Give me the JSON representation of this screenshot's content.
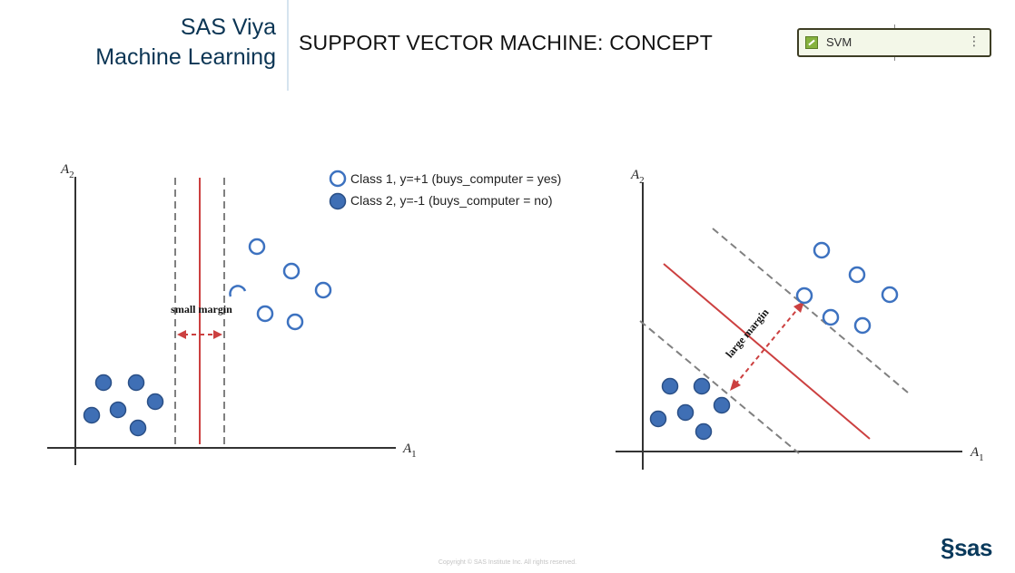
{
  "header": {
    "brand_line1": "SAS Viya",
    "brand_line2": "Machine Learning",
    "title": "SUPPORT VECTOR MACHINE: CONCEPT"
  },
  "node": {
    "label": "SVM",
    "menu_glyph": "⋮",
    "icon": "svm-node-icon"
  },
  "diagram_left": {
    "y_axis_label": "A",
    "y_axis_sub": "2",
    "x_axis_label": "A",
    "x_axis_sub": "1",
    "margin_label": "small margin",
    "legend": [
      {
        "text": "Class 1, y=+1 (buys_computer = yes)",
        "style": "hollow"
      },
      {
        "text": "Class 2, y=-1 (buys_computer = no)",
        "style": "filled"
      }
    ]
  },
  "diagram_right": {
    "y_axis_label": "A",
    "y_axis_sub": "2",
    "x_axis_label": "A",
    "x_axis_sub": "1",
    "margin_label": "large margin"
  },
  "colors": {
    "class1_stroke": "#3d72c0",
    "class2_fill": "#3f6fb5",
    "class2_stroke": "#2a4f86",
    "hyperplane": "#cc4040",
    "margin_line": "#808080",
    "brand": "#0b3554"
  },
  "footer": {
    "copyright": "Copyright © SAS Institute Inc. All rights reserved.",
    "logo": "sas"
  }
}
